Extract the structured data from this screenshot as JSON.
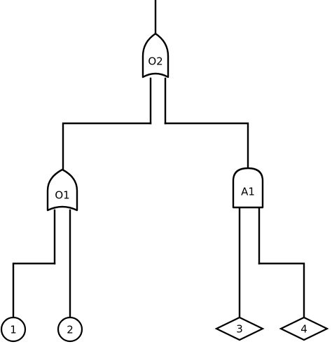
{
  "diagram": {
    "type": "fault-tree",
    "gates": [
      {
        "id": "O2",
        "label": "O2",
        "kind": "or"
      },
      {
        "id": "O1",
        "label": "O1",
        "kind": "or"
      },
      {
        "id": "A1",
        "label": "A1",
        "kind": "and"
      }
    ],
    "basic_events": [
      {
        "id": "1",
        "label": "1",
        "shape": "circle"
      },
      {
        "id": "2",
        "label": "2",
        "shape": "circle"
      }
    ],
    "undeveloped_events": [
      {
        "id": "3",
        "label": "3",
        "shape": "diamond"
      },
      {
        "id": "4",
        "label": "4",
        "shape": "diamond"
      }
    ],
    "edges": [
      {
        "from": "O1",
        "to": "O2"
      },
      {
        "from": "A1",
        "to": "O2"
      },
      {
        "from": "1",
        "to": "O1"
      },
      {
        "from": "2",
        "to": "O1"
      },
      {
        "from": "3",
        "to": "A1"
      },
      {
        "from": "4",
        "to": "A1"
      }
    ],
    "colors": {
      "line": "#000000",
      "background": "#ffffff"
    }
  }
}
